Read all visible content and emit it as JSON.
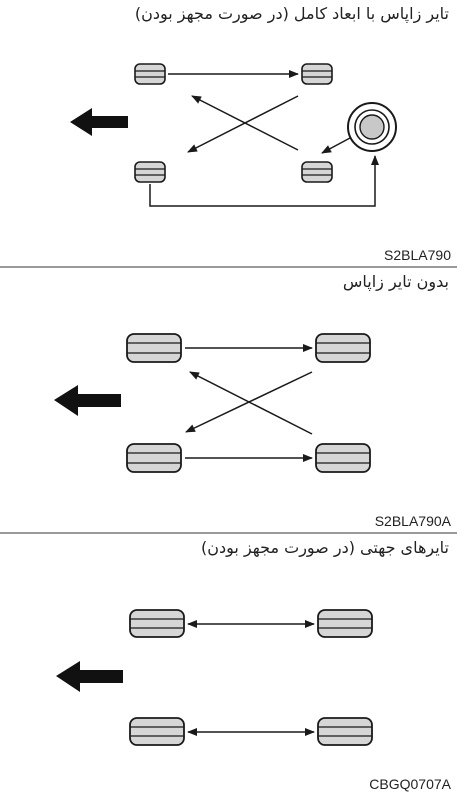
{
  "panels": [
    {
      "title": "تایر زاپاس با ابعاد کامل (در صورت مجهز بودن)",
      "code": "S2BLA790"
    },
    {
      "title": "بدون تایر زاپاس",
      "code": "S2BLA790A"
    },
    {
      "title": "تایرهای جهتی (در صورت مجهز بودن)",
      "code": "CBGQ0707A"
    }
  ],
  "colors": {
    "tire_fill": "#d6d6d6",
    "stroke": "#1a1a1a",
    "arrow": "#111111",
    "divider": "#9a9a9a"
  },
  "icons": {
    "tire": "tire-icon",
    "spare": "spare-tire-icon",
    "direction": "forward-direction-arrow"
  }
}
